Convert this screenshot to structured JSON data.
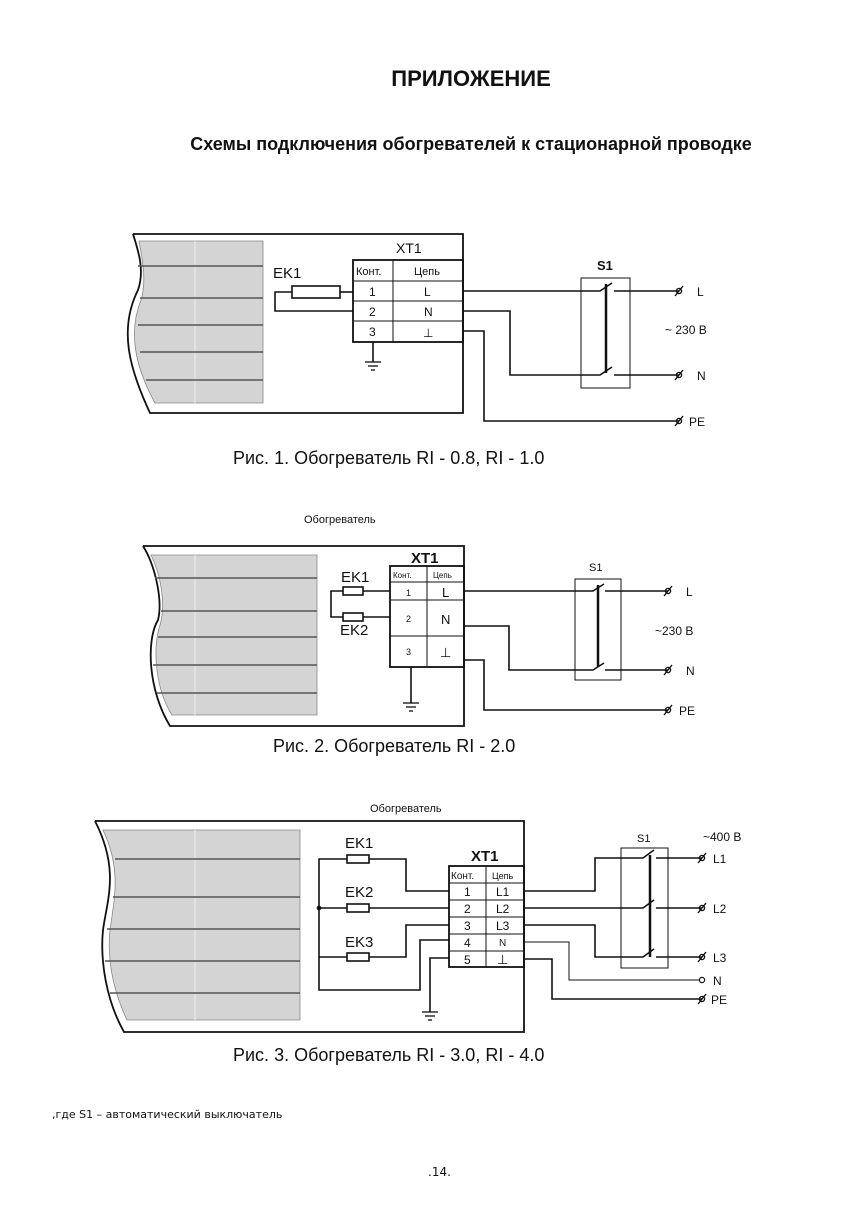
{
  "page": {
    "title": "ПРИЛОЖЕНИЕ",
    "subtitle": "Схемы подключения обогревателей к стационарной проводке",
    "note": ",где S1 – автоматический выключатель",
    "page_number": ".14."
  },
  "fig1": {
    "caption": "Рис. 1. Обогреватель RI - 0.8, RI - 1.0",
    "terminal_block": "XT1",
    "col_contact": "Конт.",
    "col_circuit": "Цепь",
    "rows": [
      {
        "contact": "1",
        "circuit": "L"
      },
      {
        "contact": "2",
        "circuit": "N"
      },
      {
        "contact": "3",
        "circuit": "⊥"
      }
    ],
    "heater_elements": [
      "EK1"
    ],
    "switch": "S1",
    "voltage": "~ 230 В",
    "terminals": [
      "L",
      "N",
      "PE"
    ]
  },
  "fig2": {
    "caption": "Рис. 2. Обогреватель RI - 2.0",
    "heater_label": "Обогреватель",
    "terminal_block": "XT1",
    "col_contact": "Конт.",
    "col_circuit": "Цепь",
    "rows": [
      {
        "contact": "1",
        "circuit": "L"
      },
      {
        "contact": "2",
        "circuit": "N"
      },
      {
        "contact": "3",
        "circuit": "⊥"
      }
    ],
    "heater_elements": [
      "EK1",
      "EK2"
    ],
    "switch": "S1",
    "voltage": "~230 В",
    "terminals": [
      "L",
      "N",
      "PE"
    ]
  },
  "fig3": {
    "caption": "Рис. 3. Обогреватель RI - 3.0, RI - 4.0",
    "heater_label": "Обогреватель",
    "terminal_block": "XT1",
    "col_contact": "Конт.",
    "col_circuit": "Цепь",
    "rows": [
      {
        "contact": "1",
        "circuit": "L1"
      },
      {
        "contact": "2",
        "circuit": "L2"
      },
      {
        "contact": "3",
        "circuit": "L3"
      },
      {
        "contact": "4",
        "circuit": "N"
      },
      {
        "contact": "5",
        "circuit": "⊥"
      }
    ],
    "heater_elements": [
      "EK1",
      "EK2",
      "EK3"
    ],
    "switch": "S1",
    "voltage": "~400 В",
    "terminals": [
      "L1",
      "L2",
      "L3",
      "N",
      "PE"
    ]
  }
}
